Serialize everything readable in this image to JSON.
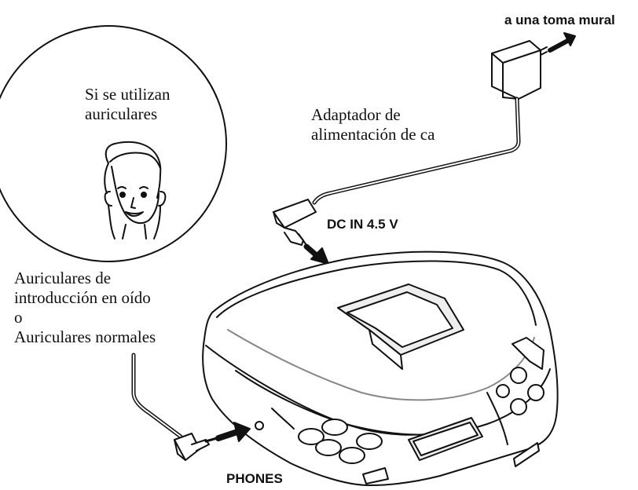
{
  "labels": {
    "wall_outlet": "a una toma mural",
    "headphones_circle": [
      "Si se utilizan",
      "auriculares"
    ],
    "ac_adaptor": [
      "Adaptador de",
      "alimentación de ca"
    ],
    "dc_in": "DC IN 4.5 V",
    "earphones": [
      "Auriculares de",
      "introducción en oído",
      "o",
      "Auriculares normales"
    ],
    "phones": "PHONES"
  },
  "colors": {
    "line": "#111111",
    "device_fill": "#ffffff",
    "shade": "#e9e9e9"
  }
}
